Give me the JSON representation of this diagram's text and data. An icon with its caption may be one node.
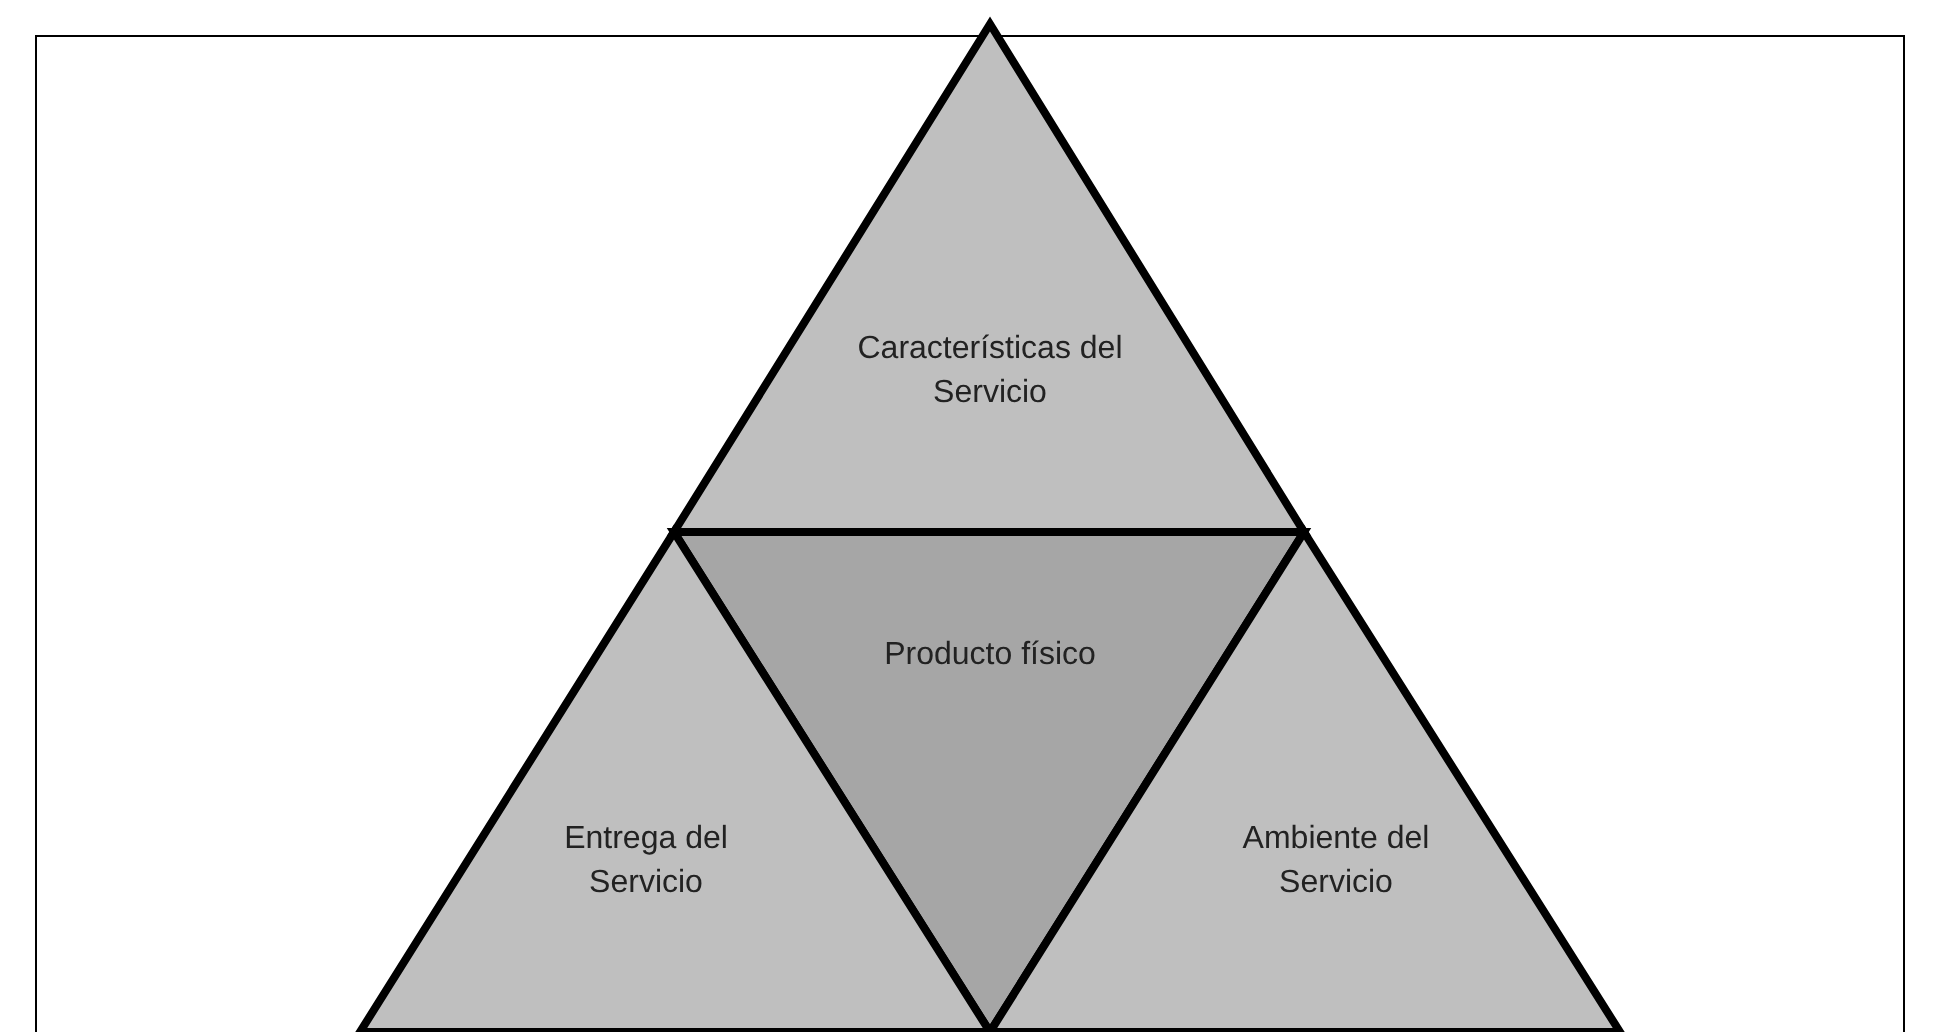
{
  "diagram": {
    "nodes": [
      {
        "text": [
          "Características del Servicio"
        ]
      },
      {
        "text": [
          "Producto físico"
        ]
      },
      {
        "text": [
          "Entrega del Servicio"
        ]
      },
      {
        "text": [
          "Ambiente del Servicio"
        ]
      }
    ]
  }
}
